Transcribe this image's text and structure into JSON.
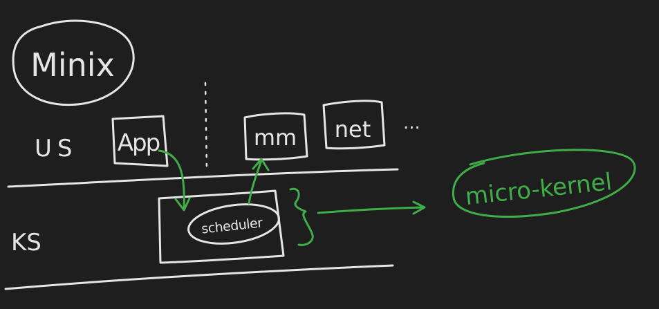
{
  "diagram": {
    "title": "Minix",
    "user_space_label": "US",
    "kernel_space_label": "KS",
    "boxes": {
      "app": "App",
      "mm": "mm",
      "net": "net",
      "ellipsis": "...",
      "scheduler": "scheduler"
    },
    "result_label": "micro-kernel",
    "colors": {
      "background": "#1e1e1e",
      "chalk": "#e6e6e6",
      "green": "#3fae49"
    }
  }
}
